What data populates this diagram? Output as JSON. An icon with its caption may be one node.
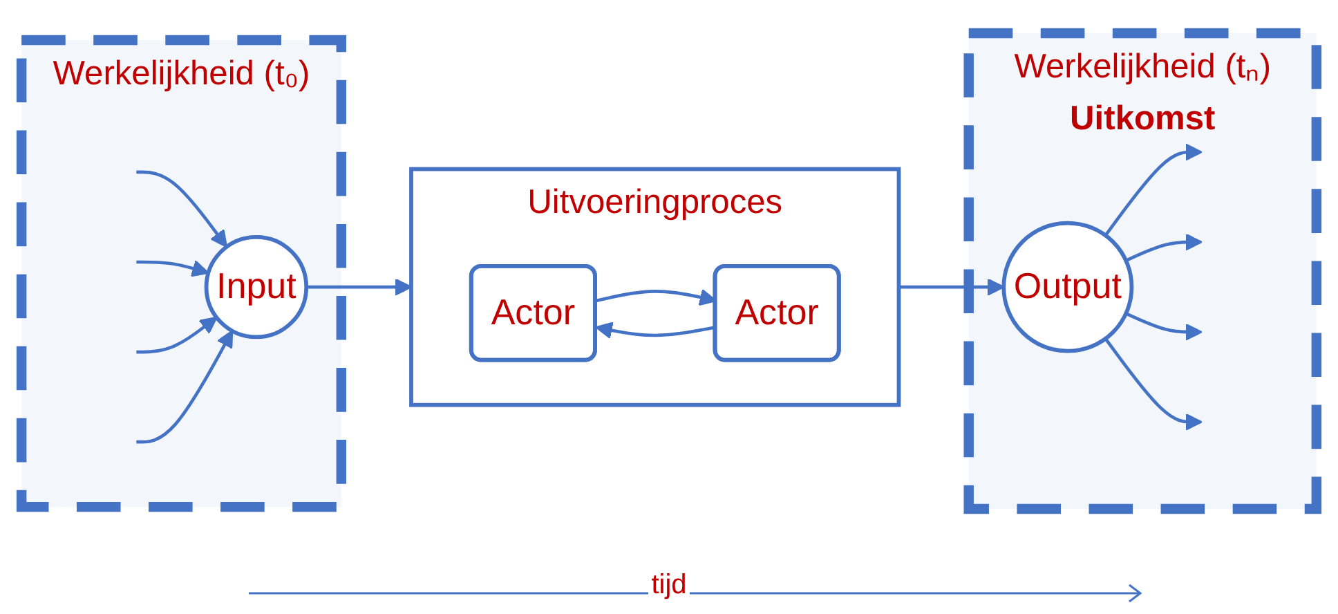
{
  "diagram": {
    "nodes": [
      {
        "text": [
          "Werkelijkheid (t₀)"
        ]
      },
      {
        "text": [
          "Input"
        ],
        "in": 0
      },
      {
        "text": [
          "Uitvoeringproces"
        ]
      },
      {
        "text": [
          "Actor"
        ],
        "in": 2
      },
      {
        "text": [
          "Actor"
        ],
        "in": 2
      },
      {
        "text": [
          "Werkelijkheid (tₙ)",
          "Uitkomst"
        ]
      },
      {
        "text": [
          "Output"
        ],
        "in": 5
      }
    ],
    "edges": [
      {
        "from": null,
        "to": 1,
        "arrow": "to"
      },
      {
        "from": null,
        "to": 1,
        "arrow": "to"
      },
      {
        "from": null,
        "to": 1,
        "arrow": "to"
      },
      {
        "from": null,
        "to": 1,
        "arrow": "to"
      },
      {
        "from": 1,
        "to": 2,
        "arrow": "to"
      },
      {
        "from": 3,
        "to": 4,
        "arrow": "to"
      },
      {
        "from": 4,
        "to": 3,
        "arrow": "to"
      },
      {
        "from": 2,
        "to": 6,
        "arrow": "to"
      },
      {
        "from": 6,
        "to": null,
        "arrow": "to"
      },
      {
        "from": 6,
        "to": null,
        "arrow": "to"
      },
      {
        "from": 6,
        "to": null,
        "arrow": "to"
      },
      {
        "from": 6,
        "to": null,
        "arrow": "to"
      }
    ],
    "labels": [
      "tijd"
    ]
  }
}
